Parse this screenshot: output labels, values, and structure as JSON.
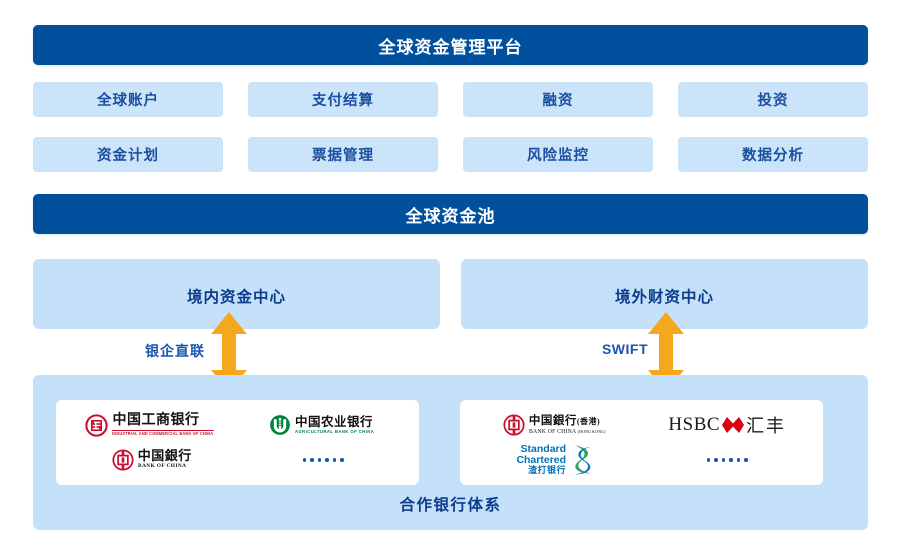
{
  "platform": {
    "title": "全球资金管理平台",
    "modules_row1": [
      {
        "label": "全球账户"
      },
      {
        "label": "支付结算"
      },
      {
        "label": "融资"
      },
      {
        "label": "投资"
      }
    ],
    "modules_row2": [
      {
        "label": "资金计划"
      },
      {
        "label": "票据管理"
      },
      {
        "label": "风险监控"
      },
      {
        "label": "数据分析"
      }
    ]
  },
  "pool": {
    "title": "全球资金池",
    "centers": [
      {
        "label": "境内资金中心"
      },
      {
        "label": "境外财资中心"
      }
    ],
    "connections": [
      {
        "label": "银企直联"
      },
      {
        "label": "SWIFT"
      }
    ]
  },
  "banks": {
    "system_label": "合作银行体系",
    "domestic": [
      {
        "name_cn": "中国工商银行",
        "name_en": "INDUSTRIAL AND COMMERCIAL BANK OF CHINA",
        "mark": "icbc-logo-icon"
      },
      {
        "name_cn": "中国农业银行",
        "name_en": "AGRICULTURAL BANK OF CHINA",
        "mark": "abc-logo-icon"
      },
      {
        "name_cn": "中国銀行",
        "name_en": "BANK OF CHINA",
        "mark": "boc-logo-icon"
      },
      {
        "name_cn": "",
        "name_en": "",
        "mark": "ellipsis-dots-icon"
      }
    ],
    "offshore": [
      {
        "name_cn": "中国銀行",
        "name_cn_suffix": "(香港)",
        "name_en": "BANK OF CHINA",
        "name_en_suffix": "(HONG KONG)",
        "mark": "bochk-logo-icon"
      },
      {
        "name_word": "HSBC",
        "name_cn": "汇丰",
        "mark": "hsbc-logo-icon"
      },
      {
        "line1": "Standard",
        "line2": "Chartered",
        "line3": "渣打银行",
        "mark": "standard-chartered-logo-icon"
      },
      {
        "mark": "ellipsis-dots-icon"
      }
    ]
  },
  "colors": {
    "header_blue": "#00509d",
    "chip_blue": "#cbe4f9",
    "panel_blue": "#c5e1fa",
    "text_blue": "#0d3c8c",
    "arrow_orange": "#f5a81c",
    "icbc_red": "#c8102e",
    "abc_green": "#00843d",
    "hsbc_red": "#db0011",
    "sc_blue": "#0073b6",
    "sc_green": "#38a06a"
  }
}
